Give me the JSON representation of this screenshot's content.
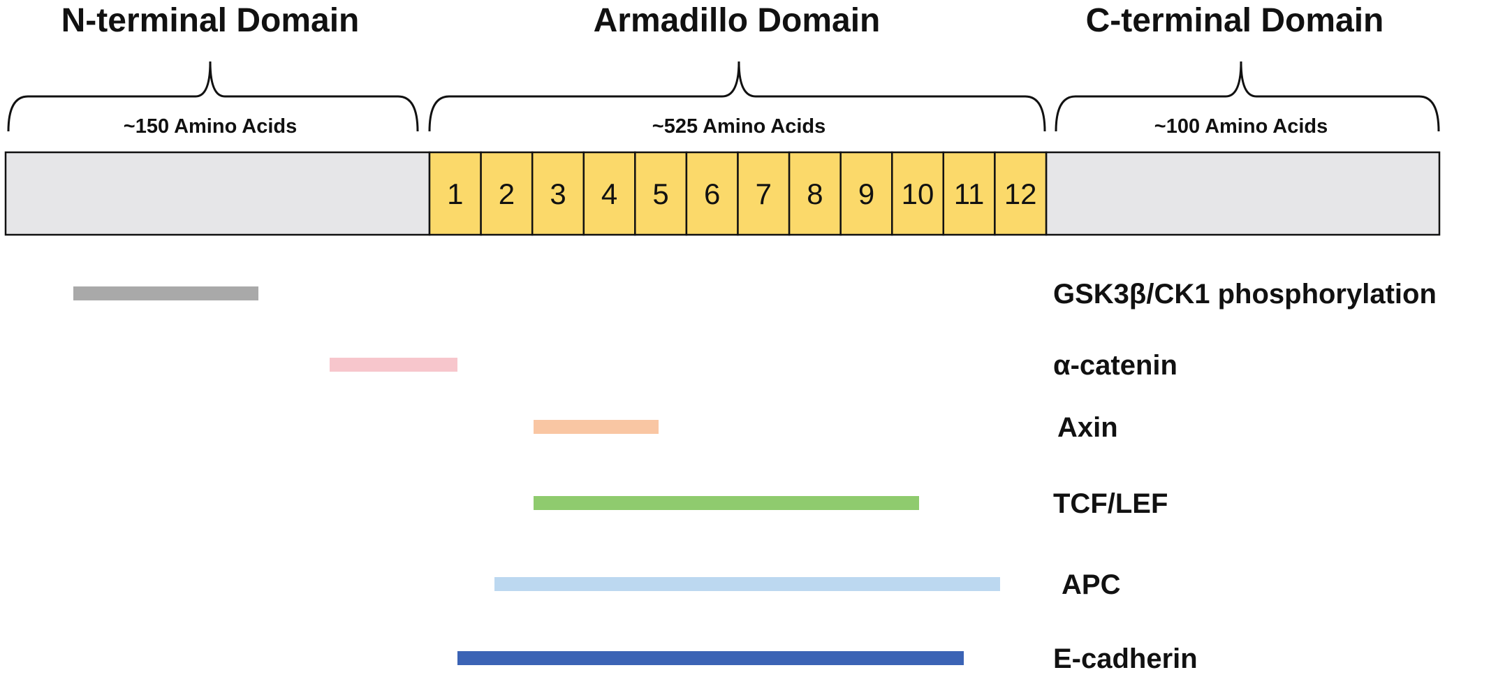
{
  "domains": [
    {
      "title": "N-terminal Domain",
      "aa_label": "~150 Amino Acids"
    },
    {
      "title": "Armadillo Domain",
      "aa_label": "~525 Amino Acids"
    },
    {
      "title": "C-terminal Domain",
      "aa_label": "~100 Amino Acids"
    }
  ],
  "armadillo_repeats": [
    "1",
    "2",
    "3",
    "4",
    "5",
    "6",
    "7",
    "8",
    "9",
    "10",
    "11",
    "12"
  ],
  "binding_regions": [
    {
      "label": "GSK3β/CK1 phosphorylation",
      "color": "#a9a9a9",
      "start_repeat": null,
      "end_repeat": null
    },
    {
      "label": "α-catenin",
      "color": "#f7c6cc"
    },
    {
      "label": "Axin",
      "color": "#f9c6a3"
    },
    {
      "label": "TCF/LEF",
      "color": "#8fcb6e"
    },
    {
      "label": "APC",
      "color": "#bcd8f0"
    },
    {
      "label": "E-cadherin",
      "color": "#3b63b5"
    }
  ],
  "colors": {
    "terminal_fill": "#e6e6e8",
    "repeat_fill": "#fbd96a",
    "outline": "#111111"
  }
}
